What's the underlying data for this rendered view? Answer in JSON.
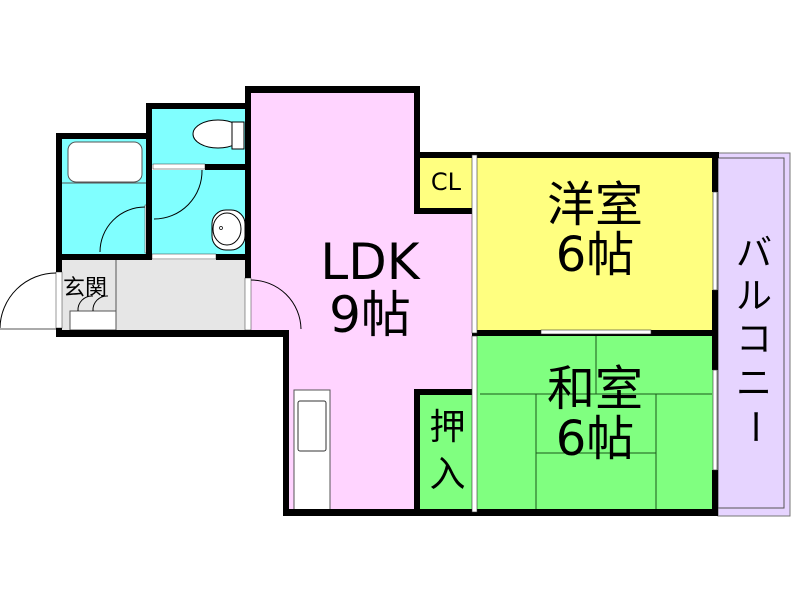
{
  "plan": {
    "colors": {
      "wall": "#000000",
      "wet_area": "#80ffff",
      "ldk": "#ffd4ff",
      "western_room": "#ffff80",
      "closet_cl": "#ffff80",
      "japanese_room": "#80ff80",
      "oshiire": "#80ff80",
      "balcony": "#e6d4ff",
      "entrance": "#e6e6e6",
      "kitchen_counter": "#ffffff"
    },
    "rooms": {
      "ldk": {
        "name": "LDK",
        "size": "9帖"
      },
      "western": {
        "name": "洋室",
        "size": "6帖"
      },
      "japanese": {
        "name": "和室",
        "size": "6帖"
      },
      "closet": {
        "name": "CL"
      },
      "oshiire": {
        "name_line1": "押",
        "name_line2": "入"
      },
      "entrance": {
        "name": "玄関"
      },
      "balcony": {
        "name": "バルコニー",
        "chars": [
          "バ",
          "ル",
          "コ",
          "ニ",
          "ー"
        ]
      }
    }
  }
}
